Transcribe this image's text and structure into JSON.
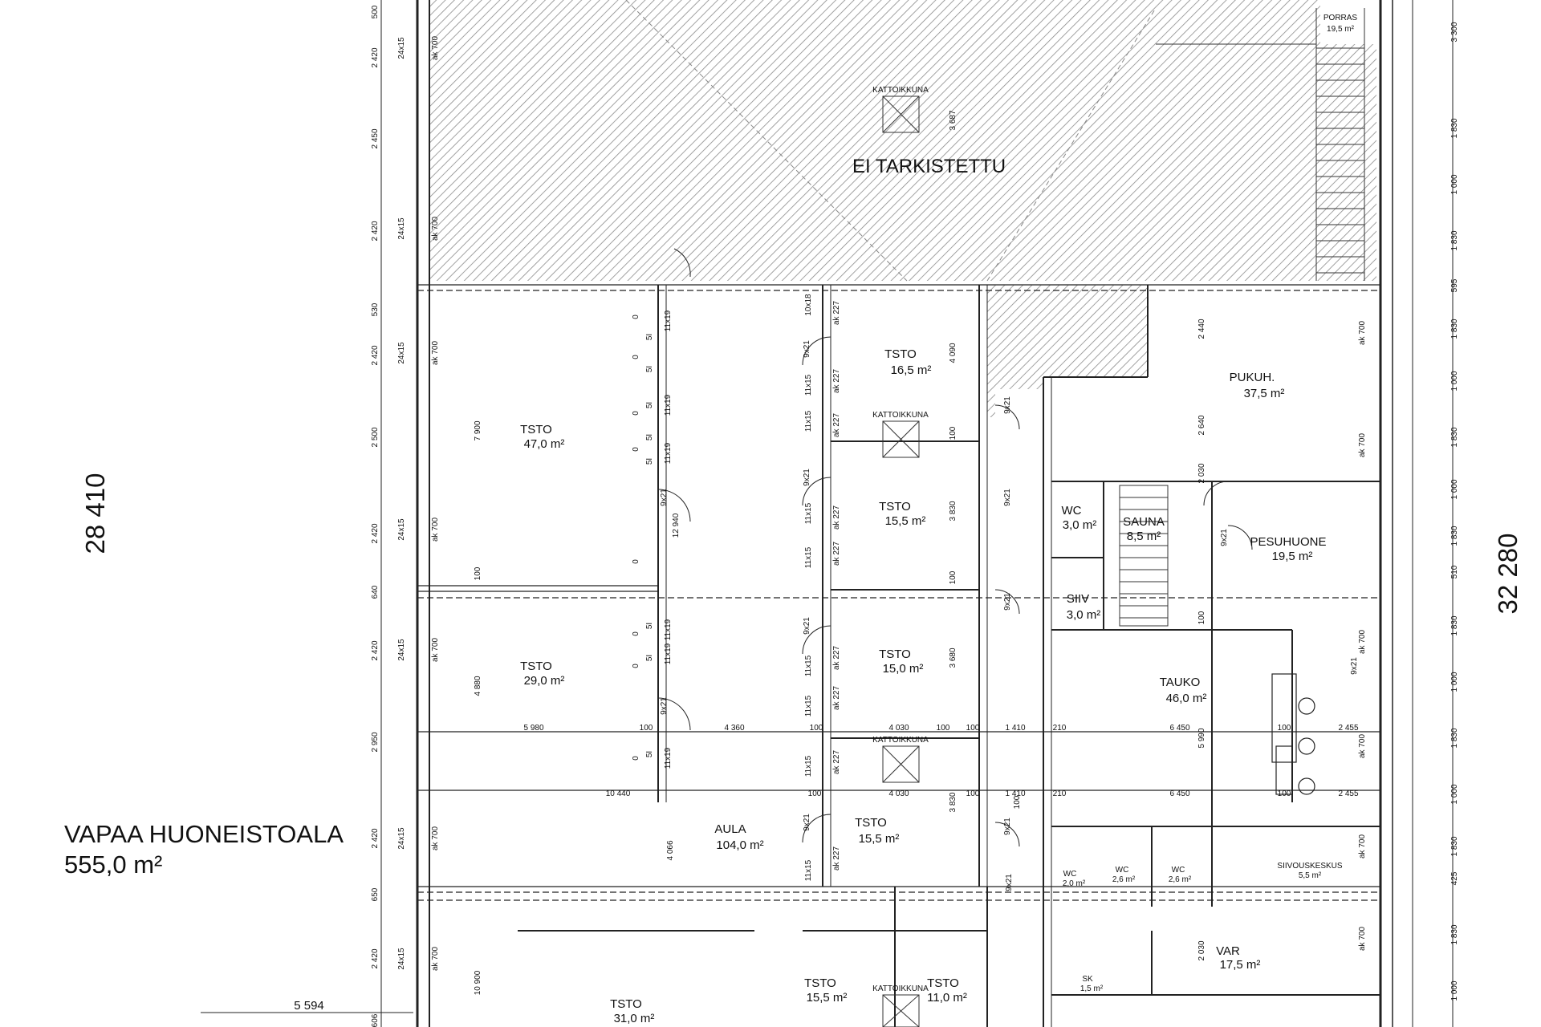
{
  "unchecked_zone": {
    "label": "EI TARKISTETTU"
  },
  "overall_dims": {
    "left": "28 410",
    "right": "32 280"
  },
  "summary": {
    "label": "VAPAA HUONEISTOALA",
    "area": "555,0 m²"
  },
  "rooms": [
    {
      "name": "PORRAS",
      "area": "19,5 m²"
    },
    {
      "name": "TSTO",
      "area": "16,5 m²"
    },
    {
      "name": "PUKUH.",
      "area": "37,5 m²"
    },
    {
      "name": "TSTO",
      "area": "47,0 m²"
    },
    {
      "name": "TSTO",
      "area": "15,5 m²"
    },
    {
      "name": "WC",
      "area": "3,0 m²"
    },
    {
      "name": "SAUNA",
      "area": "8,5 m²"
    },
    {
      "name": "PESUHUONE",
      "area": "19,5 m²"
    },
    {
      "name": "SIIV",
      "area": "3,0 m²"
    },
    {
      "name": "TSTO",
      "area": "29,0 m²"
    },
    {
      "name": "TSTO",
      "area": "15,0 m²"
    },
    {
      "name": "TAUKO",
      "area": "46,0 m²"
    },
    {
      "name": "AULA",
      "area": "104,0 m²"
    },
    {
      "name": "TSTO",
      "area": "15,5 m²"
    },
    {
      "name": "WC",
      "area": "2,0 m²"
    },
    {
      "name": "WC",
      "area": "2,6 m²"
    },
    {
      "name": "WC",
      "area": "2,6 m²"
    },
    {
      "name": "SIIVOUSKESKUS",
      "area": "5,5 m²"
    },
    {
      "name": "SK",
      "area": "1,5 m²"
    },
    {
      "name": "VAR",
      "area": "17,5 m²"
    },
    {
      "name": "TSTO",
      "area": "31,0 m²"
    },
    {
      "name": "TSTO",
      "area": "15,5 m²"
    },
    {
      "name": "TSTO",
      "area": "11,0 m²"
    }
  ],
  "dimensions": {
    "row1": [
      "5 980",
      "100",
      "4 360",
      "100",
      "4 030",
      "100",
      "100",
      "1 410",
      "210",
      "6 450",
      "100",
      "2 455"
    ],
    "row2": [
      "10 440",
      "100",
      "4 030",
      "100",
      "1 410",
      "210",
      "6 450",
      "100",
      "2 455"
    ],
    "bottom": "5 594",
    "left_col": [
      "500",
      "2 420",
      "2 450",
      "2 420",
      "530",
      "2 420",
      "2 500",
      "2 420",
      "640",
      "2 420",
      "2 950",
      "2 420",
      "650",
      "2 420",
      "606"
    ],
    "right_col": [
      "3 300",
      "1 830",
      "1 000",
      "1 830",
      "595",
      "1 830",
      "1 000",
      "1 830",
      "1 000",
      "1 830",
      "510",
      "1 830",
      "1 000",
      "1 830",
      "1 000",
      "1 830",
      "425",
      "1 830",
      "1 000"
    ],
    "vertical_mid": [
      "7 900",
      "12 940",
      "4 880",
      "4 066",
      "10 900",
      "4 090",
      "3 830",
      "3 680",
      "3 830",
      "3 687",
      "2 440",
      "2 640",
      "2 030",
      "5 990",
      "2 030"
    ],
    "bracket_marks": [
      "100",
      "100",
      "100",
      "100",
      "100"
    ]
  },
  "small_labels": {
    "ceiling_hatch": "KATTOIKKUNA",
    "window_code": "24x15",
    "wall_code": "ak 700",
    "door_codes": [
      "9x21",
      "10x18",
      "11x19",
      "11x15",
      "ak 227",
      "5I",
      "0"
    ]
  }
}
